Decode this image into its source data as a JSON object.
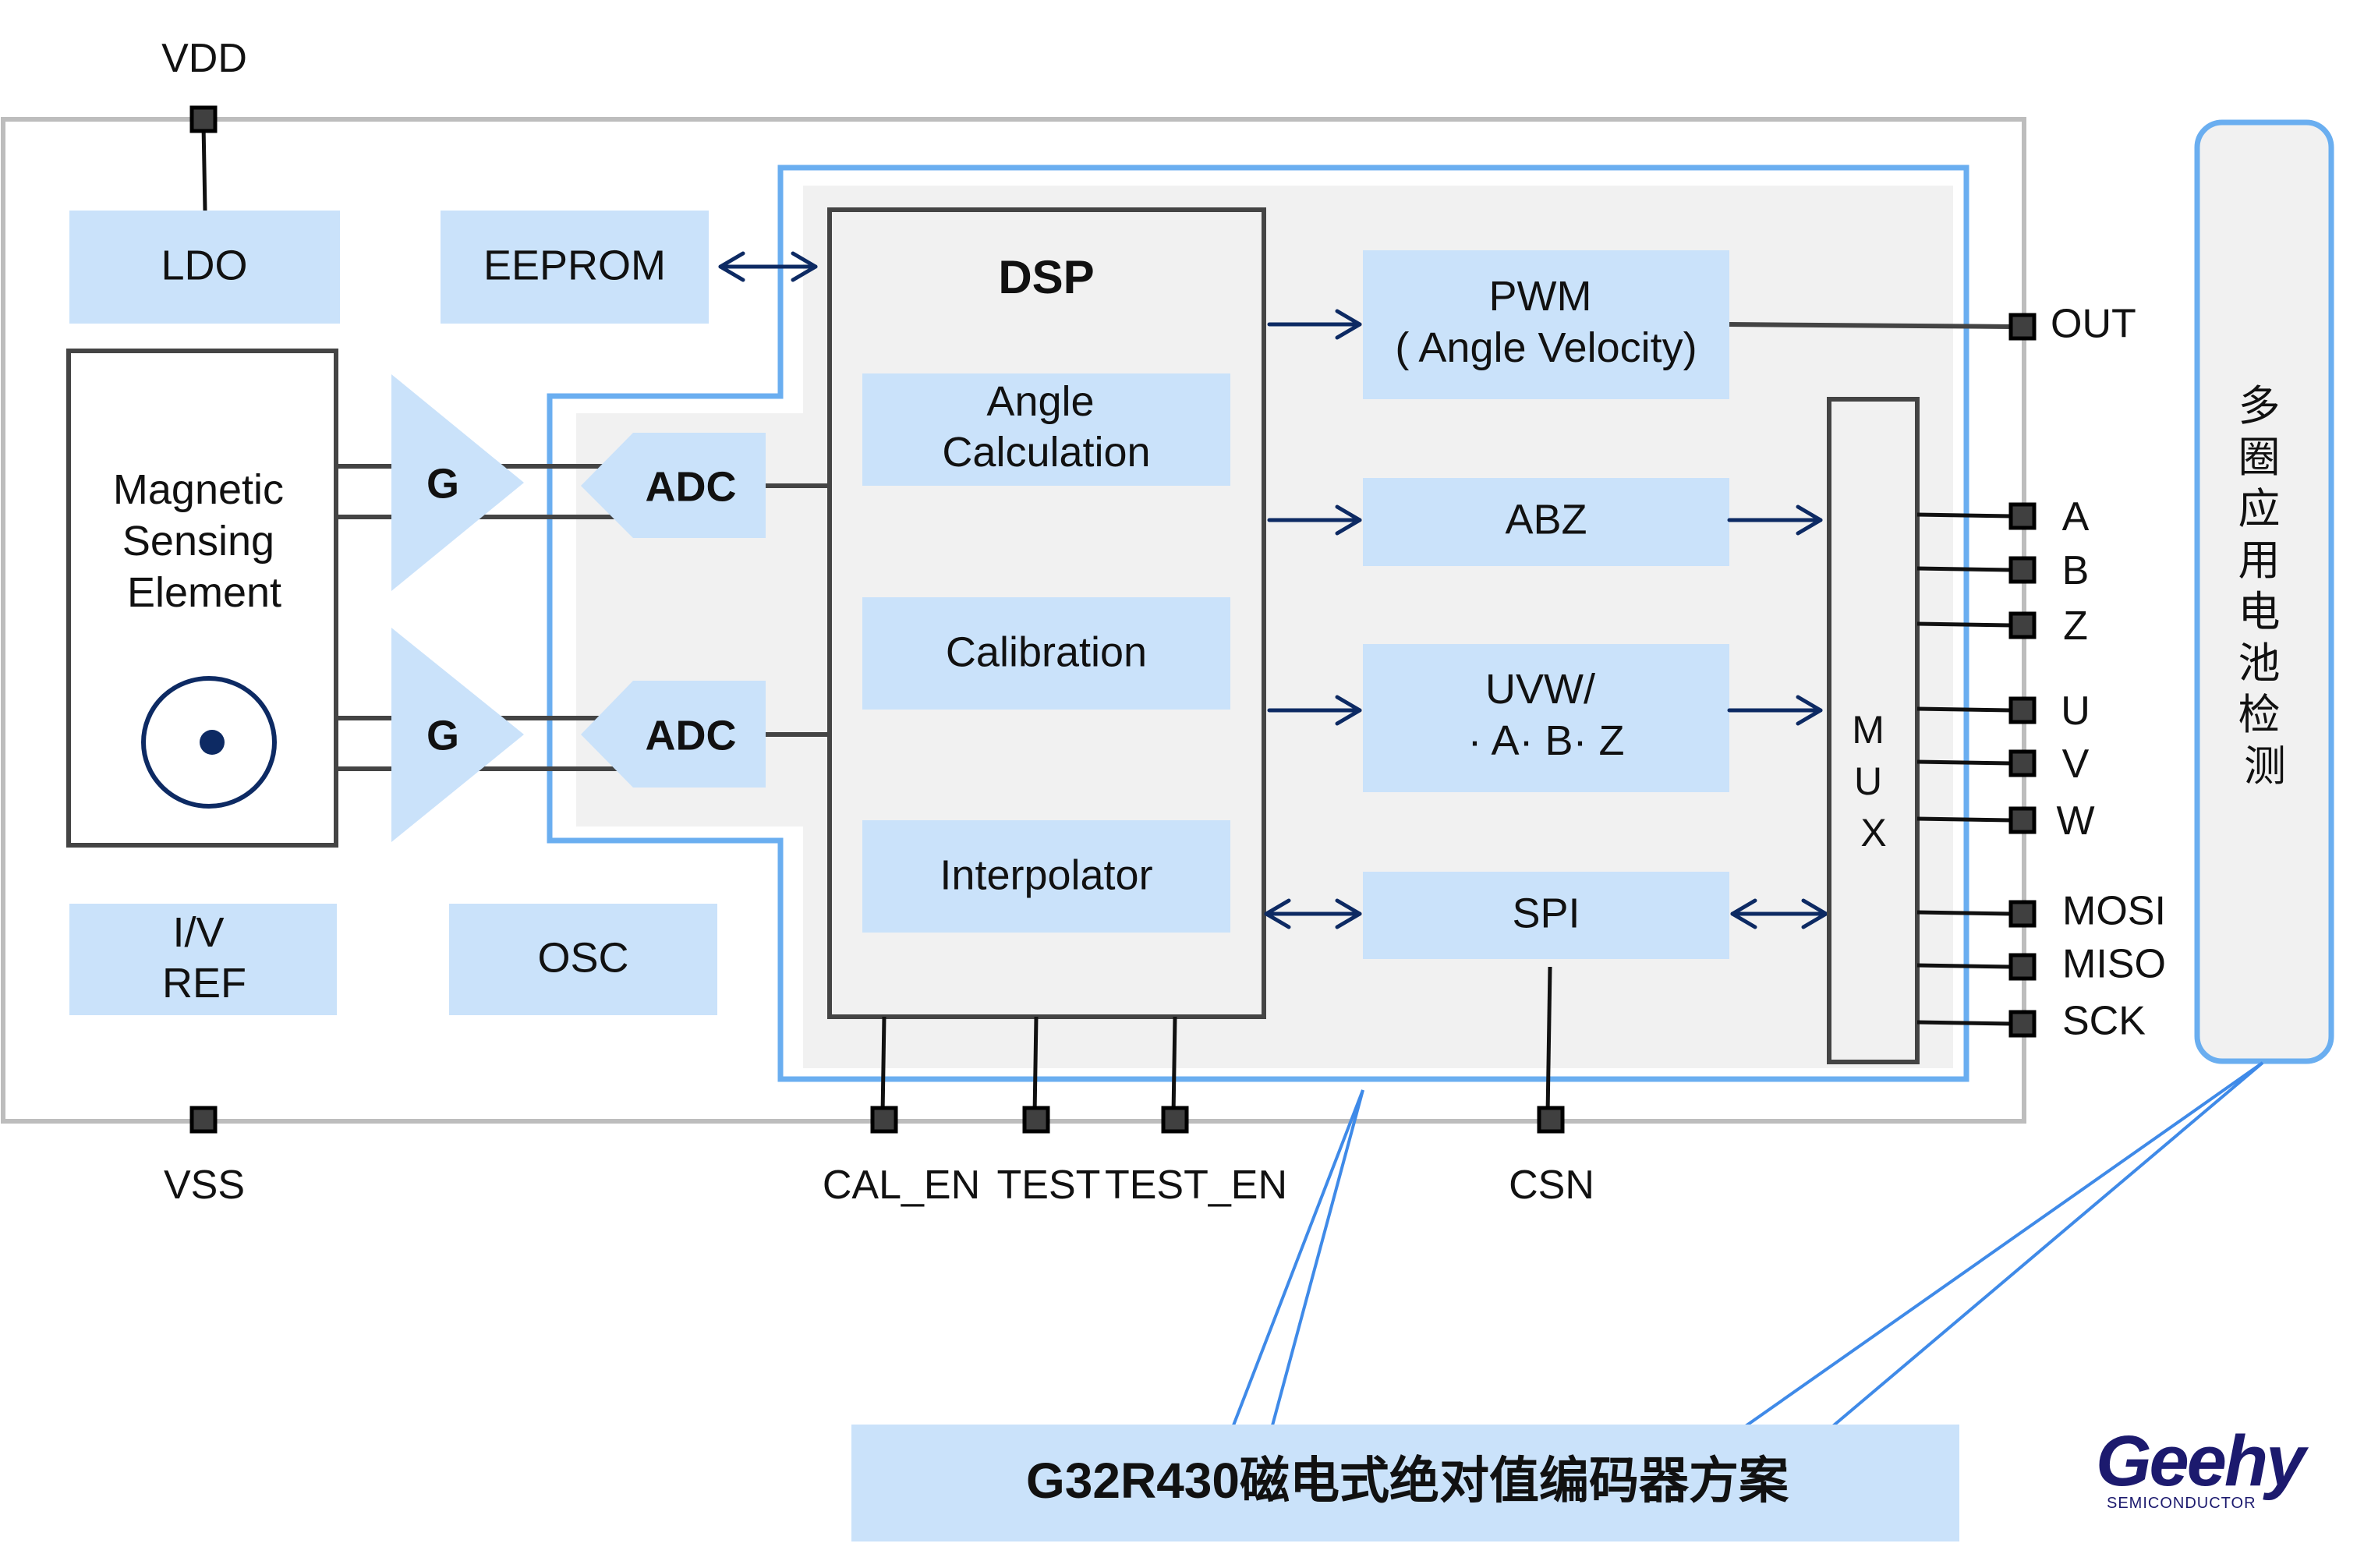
{
  "diagram": {
    "title": "G32R430磁电式绝对值编码器方案",
    "colors": {
      "block_fill": "#cae2fa",
      "digital_region_outline": "#6aaef0",
      "digital_region_fill": "#f1f1f1",
      "chip_outline": "#bdbdbd",
      "arrow": "#0d2a63",
      "logo": "#1c1a6e"
    },
    "power_pins": {
      "vdd": "VDD",
      "vss": "VSS"
    },
    "analog_blocks": {
      "ldo": "LDO",
      "eeprom": "EEPROM",
      "sensor": [
        "Magnetic",
        "Sensing",
        "Element"
      ],
      "gain_1": "G",
      "gain_2": "G",
      "adc_1": "ADC",
      "adc_2": "ADC",
      "iv_ref": [
        "I/V",
        "REF"
      ],
      "osc": "OSC"
    },
    "dsp": {
      "title": "DSP",
      "sub_blocks": [
        {
          "lines": [
            "Angle",
            "Calculation"
          ]
        },
        {
          "lines": [
            "Calibration"
          ]
        },
        {
          "lines": [
            "Interpolator"
          ]
        }
      ]
    },
    "interfaces": {
      "pwm": [
        "PWM",
        "( Angle Velocity)"
      ],
      "abz": "ABZ",
      "uvw": [
        "UVW/",
        "· A· B· Z"
      ],
      "spi": "SPI",
      "mux": [
        "M",
        "U",
        "X"
      ]
    },
    "right_pins": [
      "OUT",
      "A",
      "B",
      "Z",
      "U",
      "V",
      "W",
      "MOSI",
      "MISO",
      "SCK"
    ],
    "bottom_pins": [
      "CAL_EN",
      "TEST",
      "TEST_EN",
      "CSN"
    ],
    "battery_panel": {
      "label_chars": [
        "多",
        "圈",
        "应",
        "用",
        "电",
        "池",
        "检",
        "测"
      ]
    },
    "logo": {
      "brand": "Geehy",
      "tagline": "SEMICONDUCTOR"
    }
  }
}
